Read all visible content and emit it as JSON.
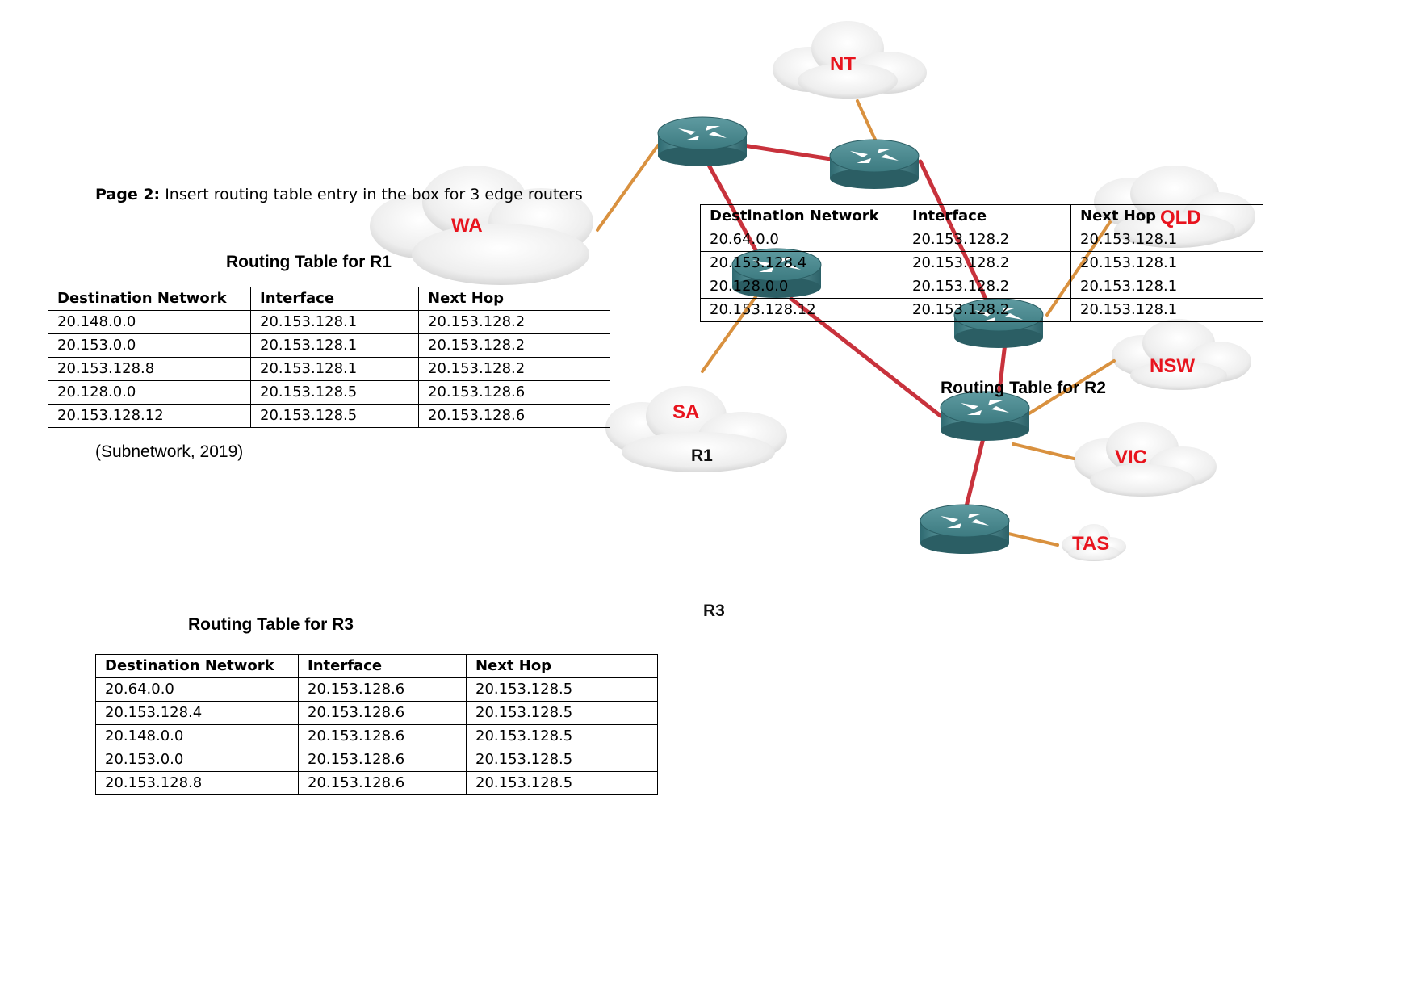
{
  "intro": {
    "prefix": "Page 2:",
    "text": " Insert routing table entry in the box for 3 edge routers"
  },
  "citation": "(Subnetwork, 2019)",
  "columns": {
    "destination": "Destination Network",
    "interface": "Interface",
    "next_hop": "Next Hop"
  },
  "tables": {
    "r1": {
      "title": "Routing Table for R1",
      "rows": [
        {
          "destination": "20.148.0.0",
          "interface": "20.153.128.1",
          "next_hop": "20.153.128.2"
        },
        {
          "destination": "20.153.0.0",
          "interface": "20.153.128.1",
          "next_hop": "20.153.128.2"
        },
        {
          "destination": "20.153.128.8",
          "interface": "20.153.128.1",
          "next_hop": "20.153.128.2"
        },
        {
          "destination": "20.128.0.0",
          "interface": "20.153.128.5",
          "next_hop": "20.153.128.6"
        },
        {
          "destination": "20.153.128.12",
          "interface": "20.153.128.5",
          "next_hop": "20.153.128.6"
        }
      ]
    },
    "r2": {
      "title": "Routing Table for R2",
      "rows": [
        {
          "destination": "20.64.0.0",
          "interface": "20.153.128.2",
          "next_hop": "20.153.128.1"
        },
        {
          "destination": "20.153.128.4",
          "interface": "20.153.128.2",
          "next_hop": "20.153.128.1"
        },
        {
          "destination": "20.128.0.0",
          "interface": "20.153.128.2",
          "next_hop": "20.153.128.1"
        },
        {
          "destination": "20.153.128.12",
          "interface": "20.153.128.2",
          "next_hop": "20.153.128.1"
        }
      ]
    },
    "r3": {
      "title": "Routing Table for R3",
      "rows": [
        {
          "destination": "20.64.0.0",
          "interface": "20.153.128.6",
          "next_hop": "20.153.128.5"
        },
        {
          "destination": "20.153.128.4",
          "interface": "20.153.128.6",
          "next_hop": "20.153.128.5"
        },
        {
          "destination": "20.148.0.0",
          "interface": "20.153.128.6",
          "next_hop": "20.153.128.5"
        },
        {
          "destination": "20.153.0.0",
          "interface": "20.153.128.6",
          "next_hop": "20.153.128.5"
        },
        {
          "destination": "20.153.128.8",
          "interface": "20.153.128.6",
          "next_hop": "20.153.128.5"
        }
      ]
    }
  },
  "regions": {
    "nt": "NT",
    "wa": "WA",
    "qld": "QLD",
    "sa": "SA",
    "nsw": "NSW",
    "vic": "VIC",
    "tas": "TAS"
  },
  "routers": {
    "r1": "R1",
    "r3": "R3"
  },
  "colors": {
    "wan_link": "#c8323c",
    "lan_link": "#d9913f",
    "region_label": "#e8141e",
    "router_body": "#3e7d84"
  }
}
